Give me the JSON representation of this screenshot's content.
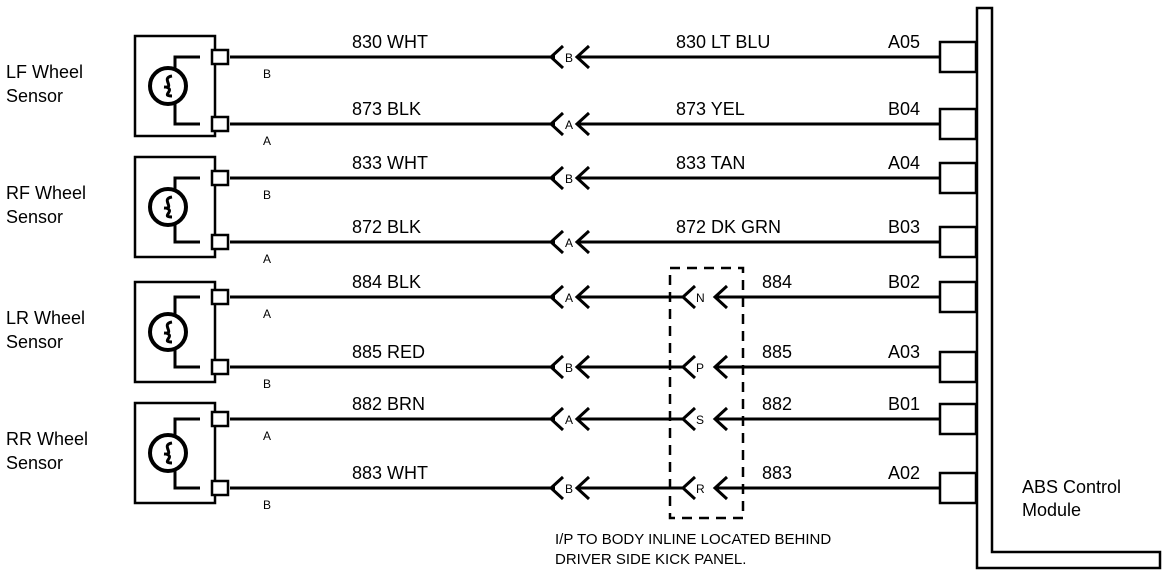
{
  "sensors": [
    {
      "line1": "LF Wheel",
      "line2": "Sensor"
    },
    {
      "line1": "RF Wheel",
      "line2": "Sensor"
    },
    {
      "line1": "LR Wheel",
      "line2": "Sensor"
    },
    {
      "line1": "RR Wheel",
      "line2": "Sensor"
    }
  ],
  "wires": [
    {
      "left": "830 WHT",
      "right": "830 LT BLU",
      "sensor_pin": "B",
      "conn1_pin": "B",
      "conn2_pin": "",
      "terminal": "A05"
    },
    {
      "left": "873 BLK",
      "right": "873 YEL",
      "sensor_pin": "A",
      "conn1_pin": "A",
      "conn2_pin": "",
      "terminal": "B04"
    },
    {
      "left": "833 WHT",
      "right": "833 TAN",
      "sensor_pin": "B",
      "conn1_pin": "B",
      "conn2_pin": "",
      "terminal": "A04"
    },
    {
      "left": "872 BLK",
      "right": "872 DK GRN",
      "sensor_pin": "A",
      "conn1_pin": "A",
      "conn2_pin": "",
      "terminal": "B03"
    },
    {
      "left": "884 BLK",
      "right": "884",
      "sensor_pin": "A",
      "conn1_pin": "A",
      "conn2_pin": "N",
      "terminal": "B02"
    },
    {
      "left": "885 RED",
      "right": "885",
      "sensor_pin": "B",
      "conn1_pin": "B",
      "conn2_pin": "P",
      "terminal": "A03"
    },
    {
      "left": "882 BRN",
      "right": "882",
      "sensor_pin": "A",
      "conn1_pin": "A",
      "conn2_pin": "S",
      "terminal": "B01"
    },
    {
      "left": "883 WHT",
      "right": "883",
      "sensor_pin": "B",
      "conn1_pin": "B",
      "conn2_pin": "R",
      "terminal": "A02"
    }
  ],
  "inline_note": {
    "line1": "I/P TO BODY INLINE LOCATED BEHIND",
    "line2": "DRIVER SIDE KICK PANEL."
  },
  "module": {
    "line1": "ABS Control",
    "line2": "Module"
  }
}
